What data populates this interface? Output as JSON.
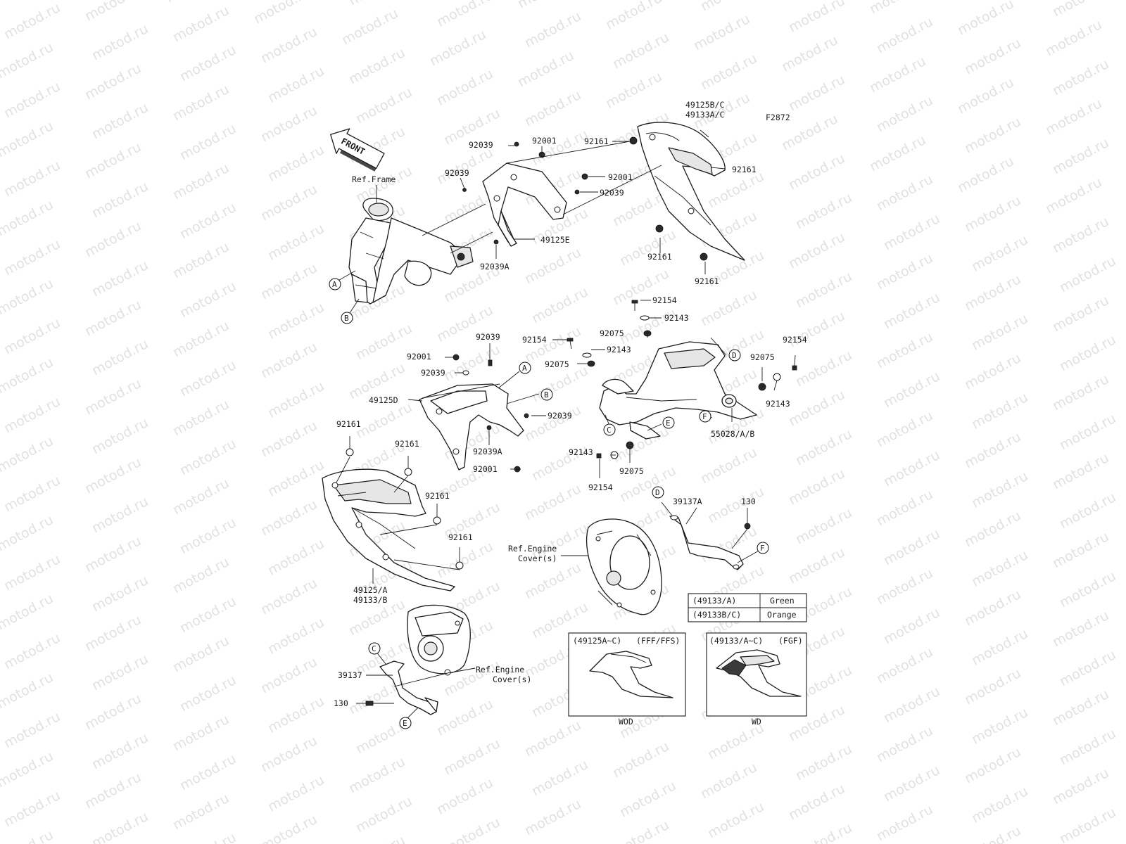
{
  "diagram_id": "F2872",
  "front_arrow_label": "FRONT",
  "references": {
    "frame": "Ref.Frame",
    "engine_cover_1_line1": "Ref.Engine",
    "engine_cover_1_line2": "Cover(s)",
    "engine_cover_2_line1": "Ref.Engine",
    "engine_cover_2_line2": "Cover(s)"
  },
  "connection_letters": [
    "A",
    "B",
    "C",
    "D",
    "E",
    "F"
  ],
  "labels": {
    "upper_49125bc": "49125B/C",
    "upper_49133ac": "49133A/C",
    "u_92161_a": "92161",
    "u_92161_b": "92161",
    "u_92161_c": "92161",
    "u_92161_d": "92161",
    "u_92039_a": "92039",
    "u_92001_a": "92001",
    "u_92039_b": "92039",
    "u_92001_b": "92001",
    "u_92039_c": "92039",
    "u_49125e": "49125E",
    "u_92039a": "92039A",
    "m_92154_a": "92154",
    "m_92143_a": "92143",
    "m_92075_a": "92075",
    "m_92154_b": "92154",
    "m_92143_b": "92143",
    "m_92075_b": "92075",
    "m_92154_c": "92154",
    "m_92075_c": "92075",
    "m_92143_c": "92143",
    "m_55028": "55028/A/B",
    "m_92143_d": "92143",
    "m_92075_d": "92075",
    "m_92154_d": "92154",
    "l_92039_a": "92039",
    "l_92001_a": "92001",
    "l_92039_b": "92039",
    "l_49125d": "49125D",
    "l_92039_c": "92039",
    "l_92161_a": "92161",
    "l_92161_b": "92161",
    "l_92039a": "92039A",
    "l_92001_b": "92001",
    "l_92161_c": "92161",
    "l_92161_d": "92161",
    "l_49125a": "49125/A",
    "l_49133b": "49133/B",
    "r_39137a": "39137A",
    "r_130": "130",
    "b_39137": "39137",
    "b_130": "130"
  },
  "color_table": {
    "rows": [
      {
        "part": "(49133/A)",
        "color": "Green"
      },
      {
        "part": "(49133B/C)",
        "color": "Orange"
      }
    ]
  },
  "variant_boxes": [
    {
      "header_part": "(49125A~C)",
      "header_variant": "(FFF/FFS)",
      "caption": "WOD"
    },
    {
      "header_part": "(49133/A~C)",
      "header_variant": "(FGF)",
      "caption": "WD"
    }
  ],
  "watermark_text": "motod.ru",
  "colors": {
    "line": "#1a1a1a",
    "watermark": "#c9c9c9"
  }
}
